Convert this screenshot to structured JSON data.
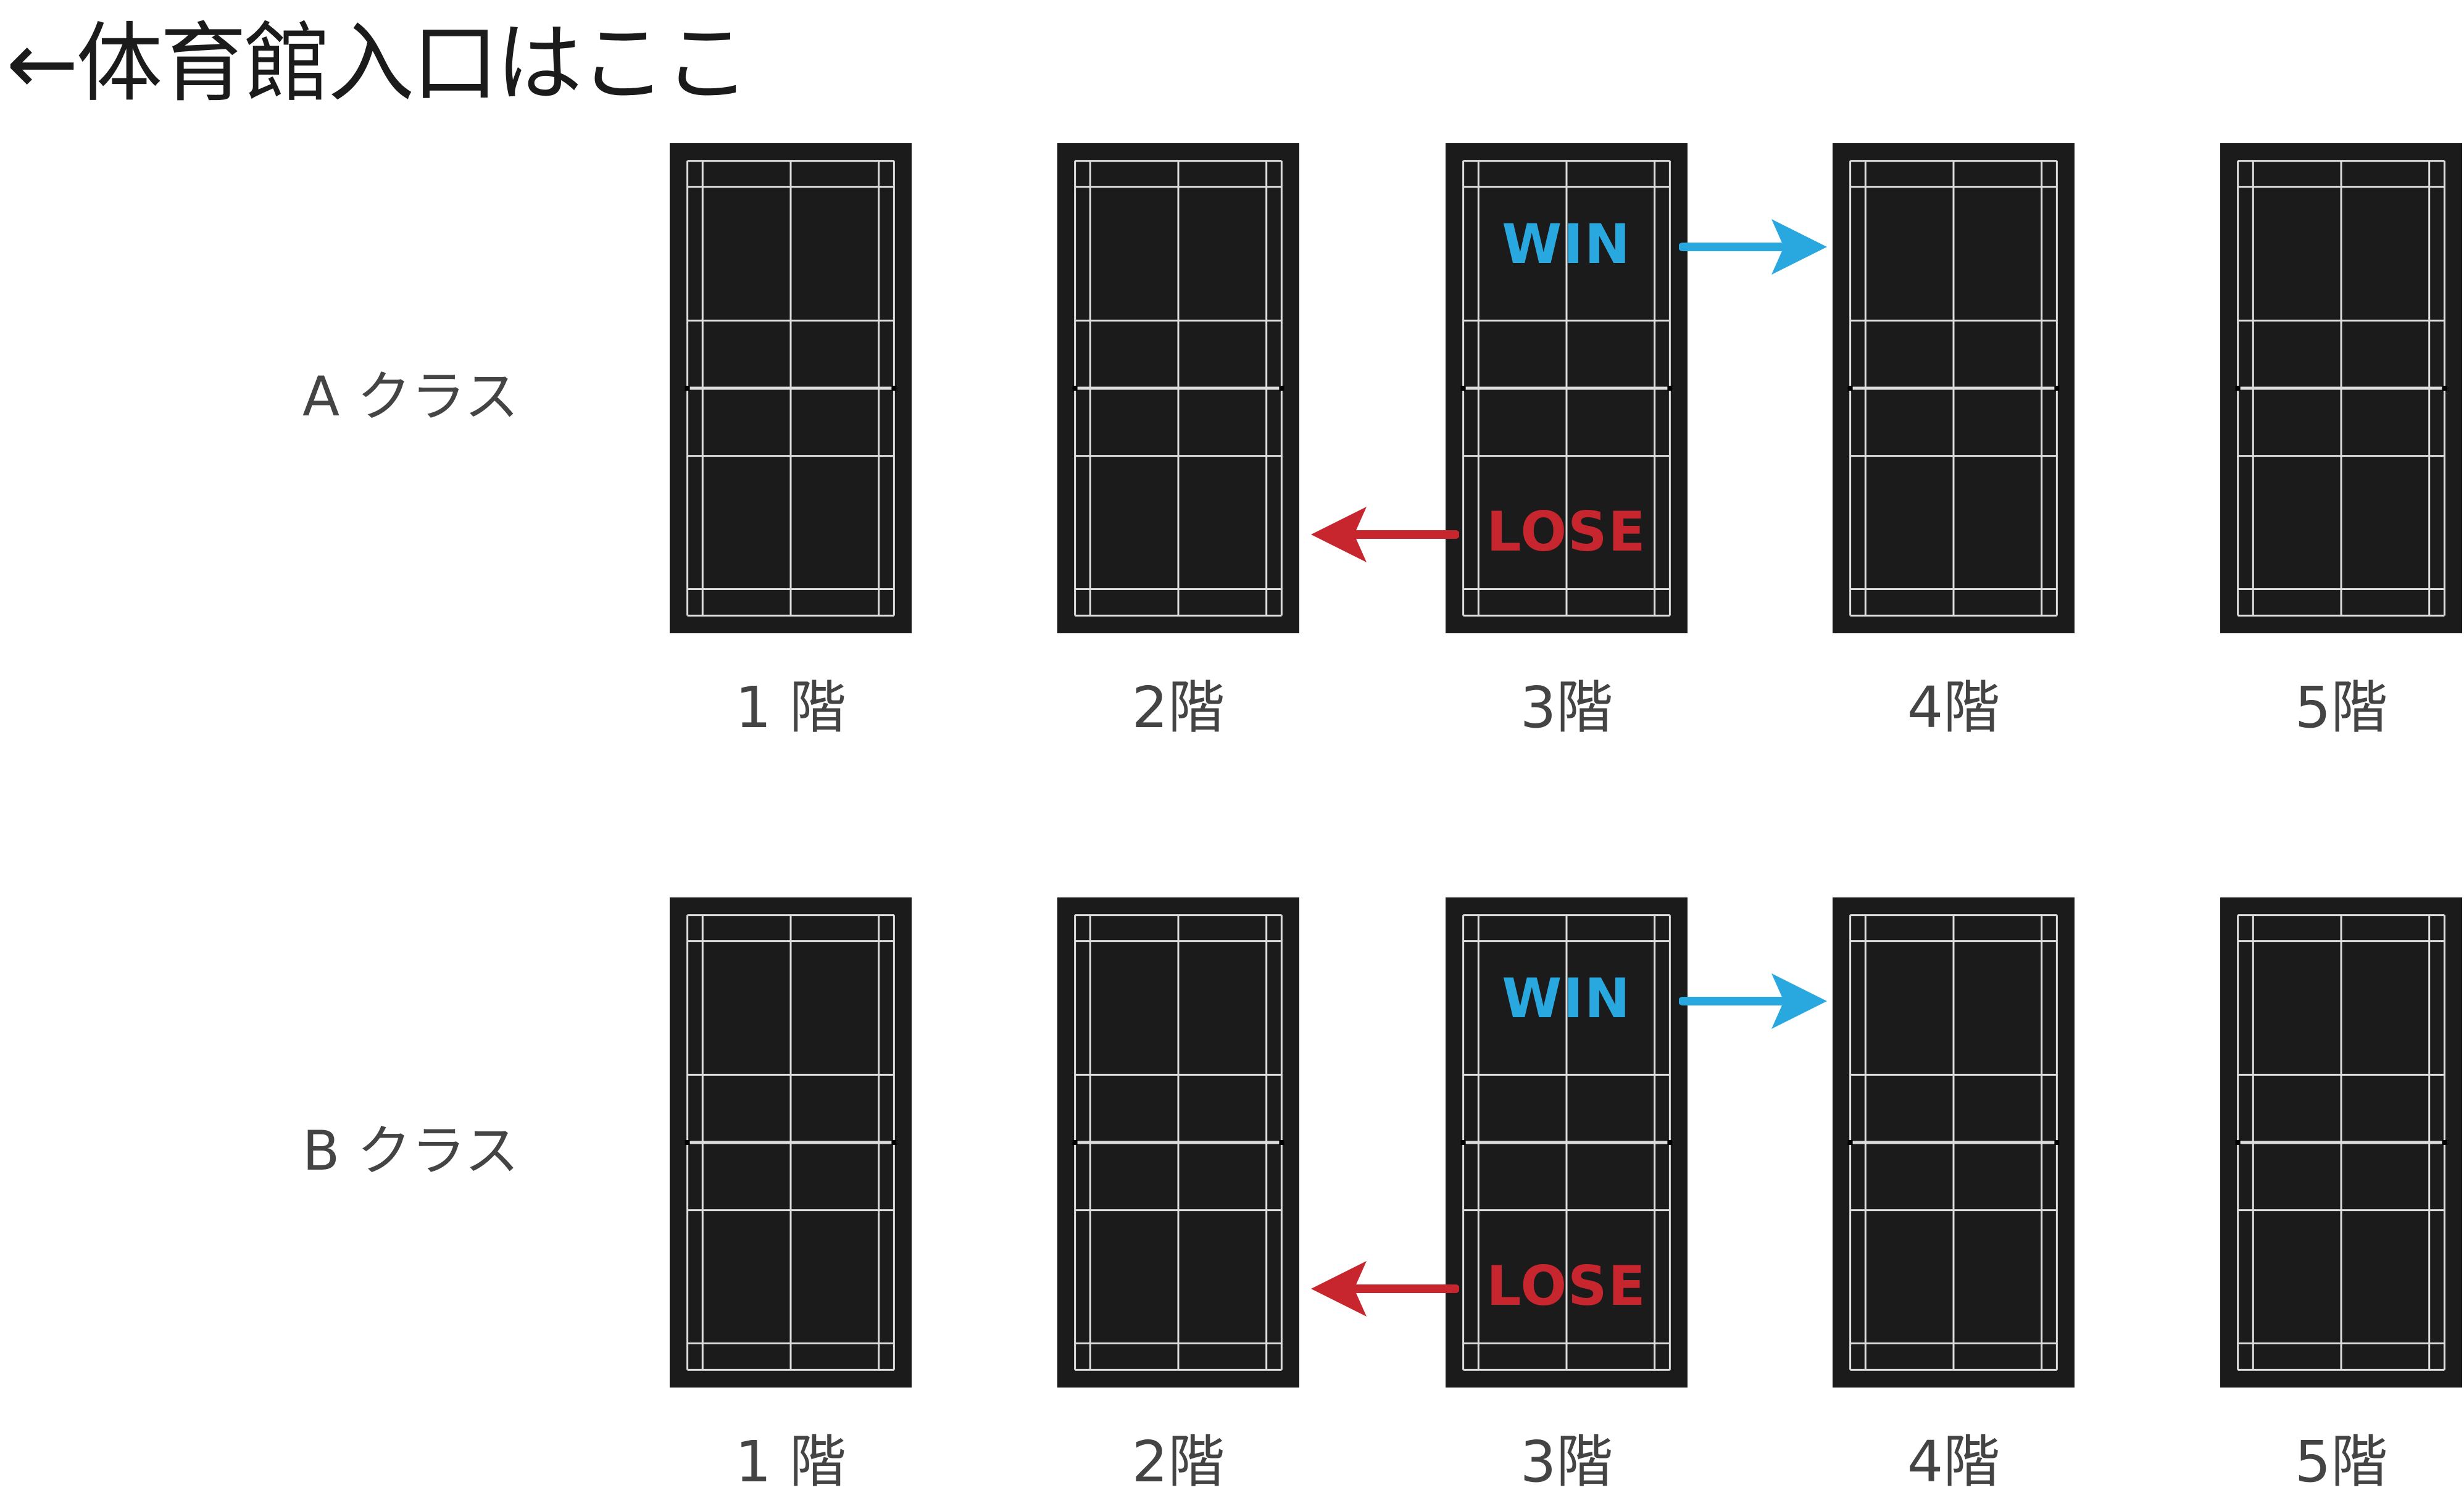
{
  "title": "←体育館入口はここ",
  "rows": [
    {
      "label": "A クラス",
      "floors": [
        "1 階",
        "2階",
        "3階",
        "4階",
        "5階"
      ],
      "win": "WIN",
      "lose": "LOSE"
    },
    {
      "label": "B クラス",
      "floors": [
        "1 階",
        "2階",
        "3階",
        "4階",
        "5階"
      ],
      "win": "WIN",
      "lose": "LOSE"
    }
  ],
  "colors": {
    "court": "#1b1b1b",
    "lines": "#dddddd",
    "win": "#29a8e0",
    "lose": "#c8262f",
    "text": "#444444"
  }
}
